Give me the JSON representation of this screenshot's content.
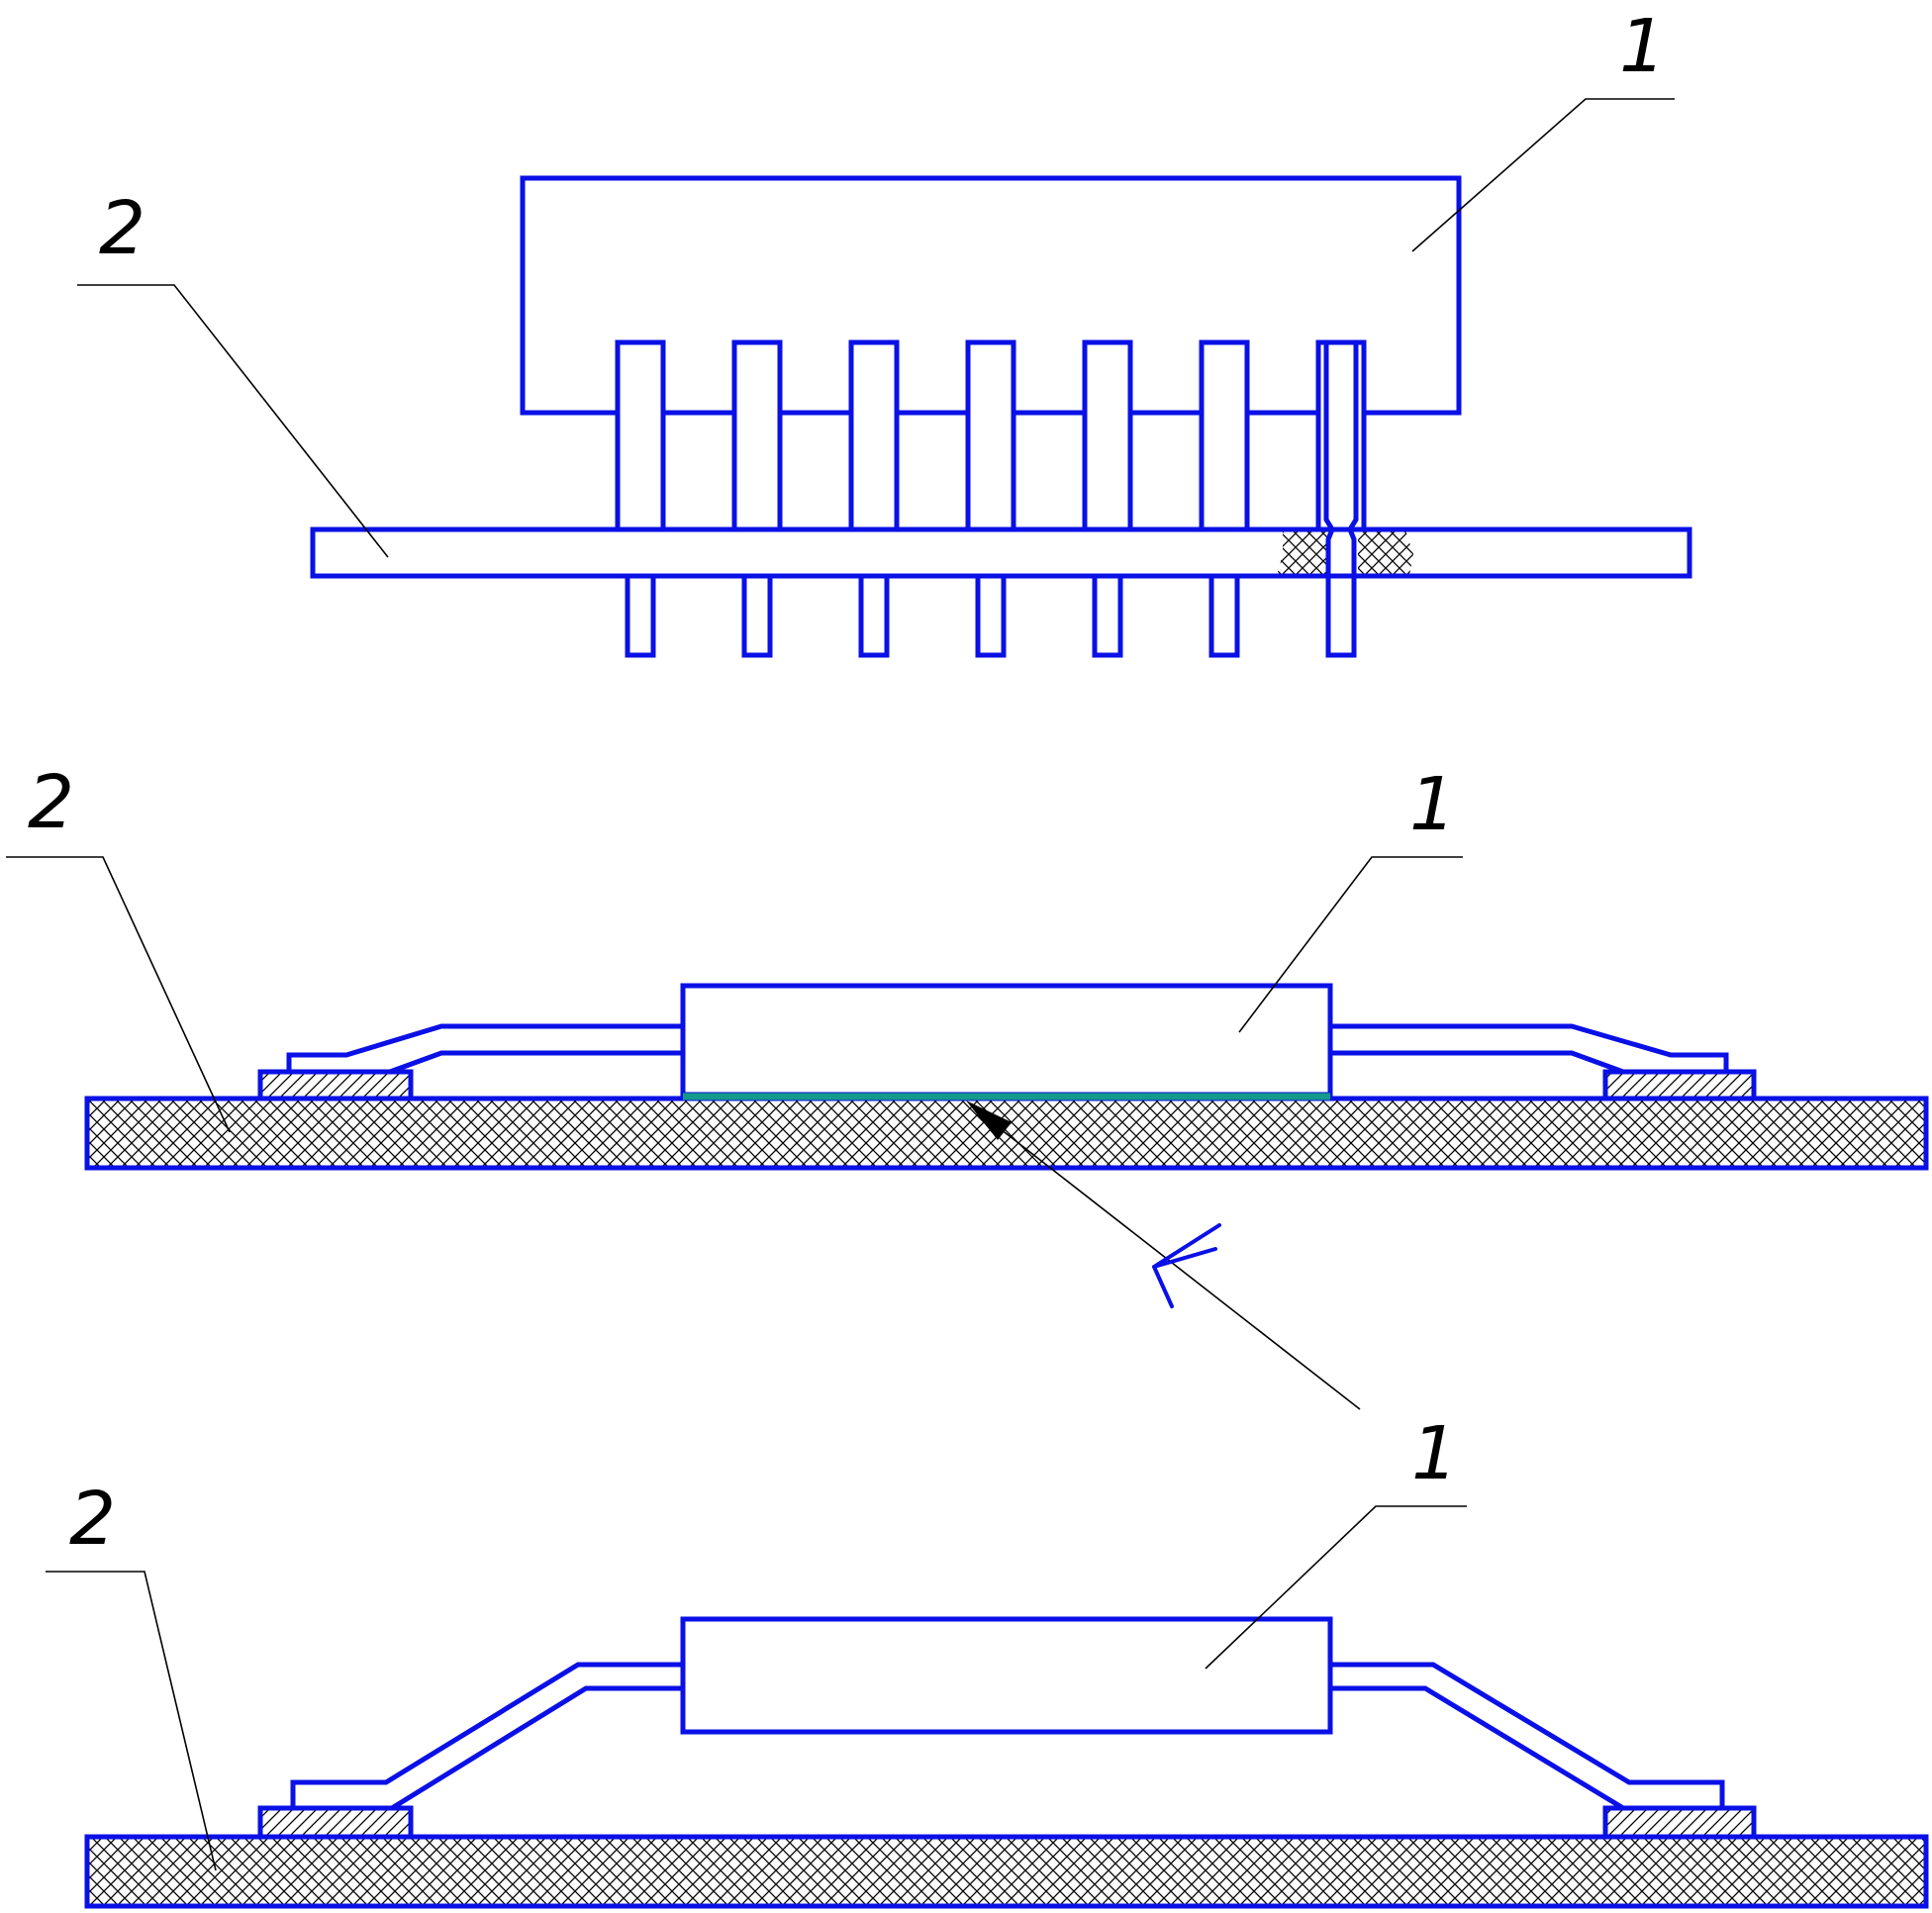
{
  "callouts": {
    "fig1_label_1": "1",
    "fig1_label_2": "2",
    "fig2_label_1": "1",
    "fig2_label_2": "2",
    "fig3_label_1": "1",
    "fig3_label_2": "2"
  },
  "colors": {
    "outline": "#0a10e6",
    "adhesive": "#149a8a",
    "leader": "#000000",
    "hatch": "#000000"
  },
  "figures": [
    "through-hole-component-on-board",
    "surface-mount-component-with-adhesive",
    "surface-mount-component-raised"
  ]
}
